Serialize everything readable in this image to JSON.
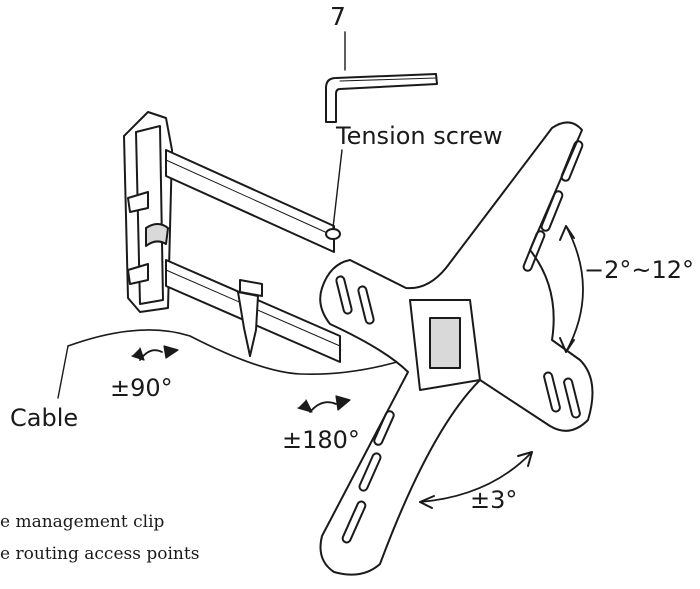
{
  "labels": {
    "part_number": "7",
    "tension_screw": "Tension screw",
    "tilt_range": "−2°~12°",
    "swivel_90": "±90°",
    "cable": "Cable",
    "swivel_180": "±180°",
    "rotate_3": "±3°"
  },
  "notes": [
    "e management clip",
    "e routing access points"
  ],
  "colors": {
    "line": "#1a1a1a",
    "fill": "#ffffff",
    "shade": "#d9d9d9"
  }
}
